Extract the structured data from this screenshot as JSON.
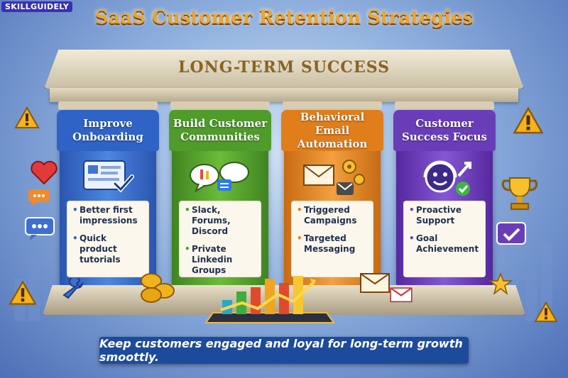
{
  "brand": "SKILLGUIDELY",
  "title": "SaaS Customer Retention Strategies",
  "roof_text": "LONG-TERM SUCCESS",
  "pillars": [
    {
      "title": "Improve Onboarding",
      "icon": "onboarding-screen-icon",
      "color": "#2f63c6",
      "bullets": [
        "Better first impressions",
        "Quick product tutorials"
      ]
    },
    {
      "title": "Build Customer Communities",
      "icon": "chat-bubbles-icon",
      "color": "#4f9c2a",
      "bullets": [
        "Slack, Forums, Discord",
        "Private Linkedin Groups"
      ]
    },
    {
      "title": "Behavioral Email Automation",
      "icon": "email-gears-icon",
      "color": "#e07e1c",
      "bullets": [
        "Triggered Campaigns",
        "Targeted Messaging"
      ]
    },
    {
      "title": "Customer Success Focus",
      "icon": "support-agent-icon",
      "color": "#6a3db8",
      "bullets": [
        "Proactive Support",
        "Goal Achievement"
      ]
    }
  ],
  "banner": "Keep customers engaged and loyal for long-term growth smoottly.",
  "colors": {
    "accent": "#e8a53a",
    "banner": "#1d4b9c"
  }
}
